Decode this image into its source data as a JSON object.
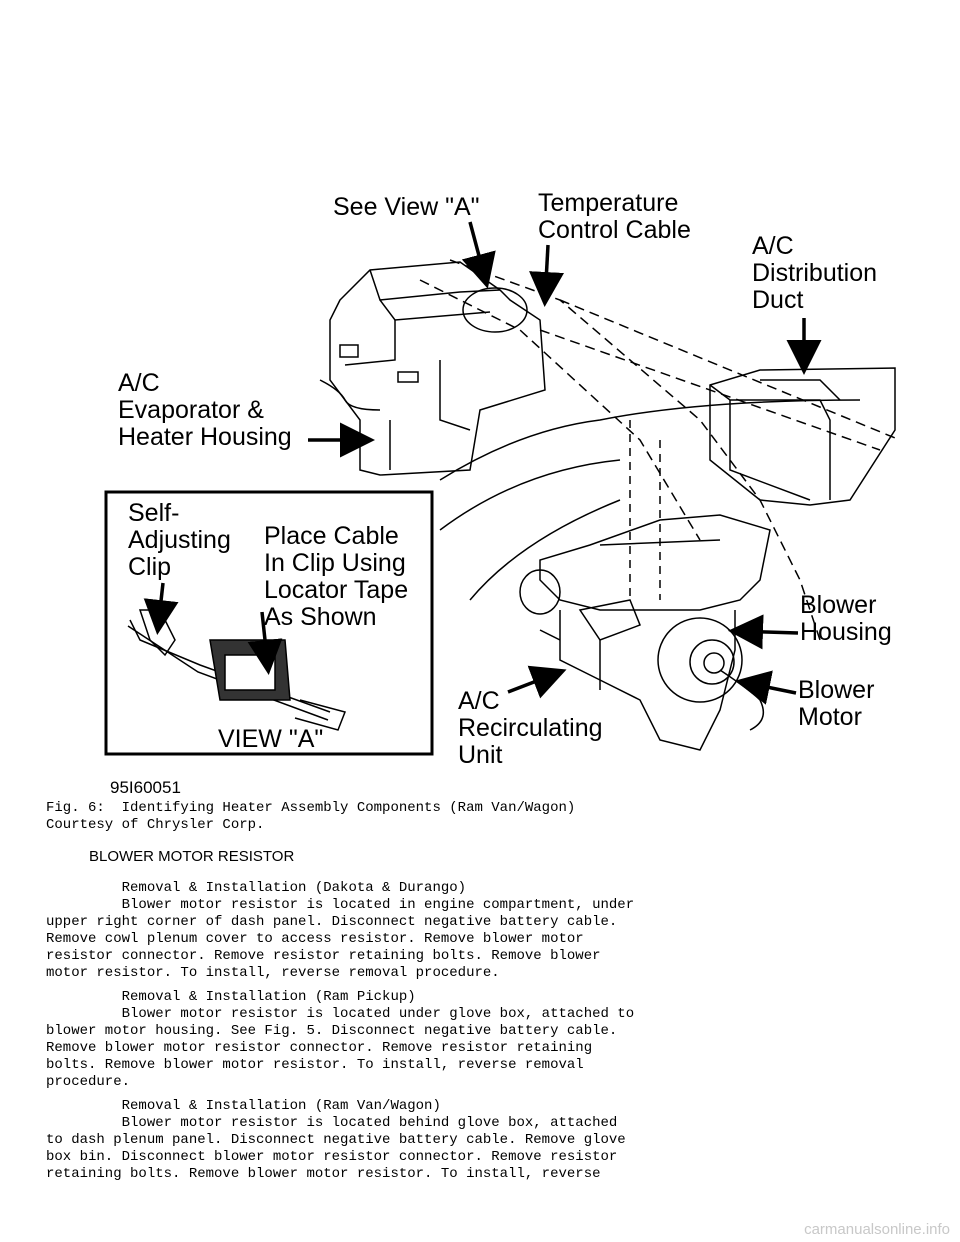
{
  "figure": {
    "labels": {
      "see_view": "See View \"A\"",
      "temp_cable": "Temperature\nControl Cable",
      "distribution": "A/C\nDistribution\nDuct",
      "evaporator": "A/C\nEvaporator &\nHeater Housing",
      "self_adjusting": "Self-\nAdjusting\nClip",
      "place_cable": "Place Cable\nIn Clip Using\nLocator Tape\nAs Shown",
      "view_a": "VIEW \"A\"",
      "blower_housing": "Blower\nHousing",
      "blower_motor": "Blower\nMotor",
      "recirc": "A/C\nRecirculating\nUnit"
    },
    "code": "95I60051"
  },
  "caption": {
    "line1": "Fig. 6:  Identifying Heater Assembly Components (Ram Van/Wagon)",
    "line2": "Courtesy of Chrysler Corp."
  },
  "section_heading": "BLOWER MOTOR RESISTOR",
  "paragraphs": [
    {
      "title": "         Removal & Installation (Dakota & Durango)",
      "body": "         Blower motor resistor is located in engine compartment, under\nupper right corner of dash panel. Disconnect negative battery cable.\nRemove cowl plenum cover to access resistor. Remove blower motor\nresistor connector. Remove resistor retaining bolts. Remove blower\nmotor resistor. To install, reverse removal procedure."
    },
    {
      "title": "         Removal & Installation (Ram Pickup)",
      "body": "         Blower motor resistor is located under glove box, attached to\nblower motor housing. See Fig. 5. Disconnect negative battery cable.\nRemove blower motor resistor connector. Remove resistor retaining\nbolts. Remove blower motor resistor. To install, reverse removal\nprocedure."
    },
    {
      "title": "         Removal & Installation (Ram Van/Wagon)",
      "body": "         Blower motor resistor is located behind glove box, attached\nto dash plenum panel. Disconnect negative battery cable. Remove glove\nbox bin. Disconnect blower motor resistor connector. Remove resistor\nretaining bolts. Remove blower motor resistor. To install, reverse"
    }
  ],
  "watermark": "carmanualsonline.info"
}
